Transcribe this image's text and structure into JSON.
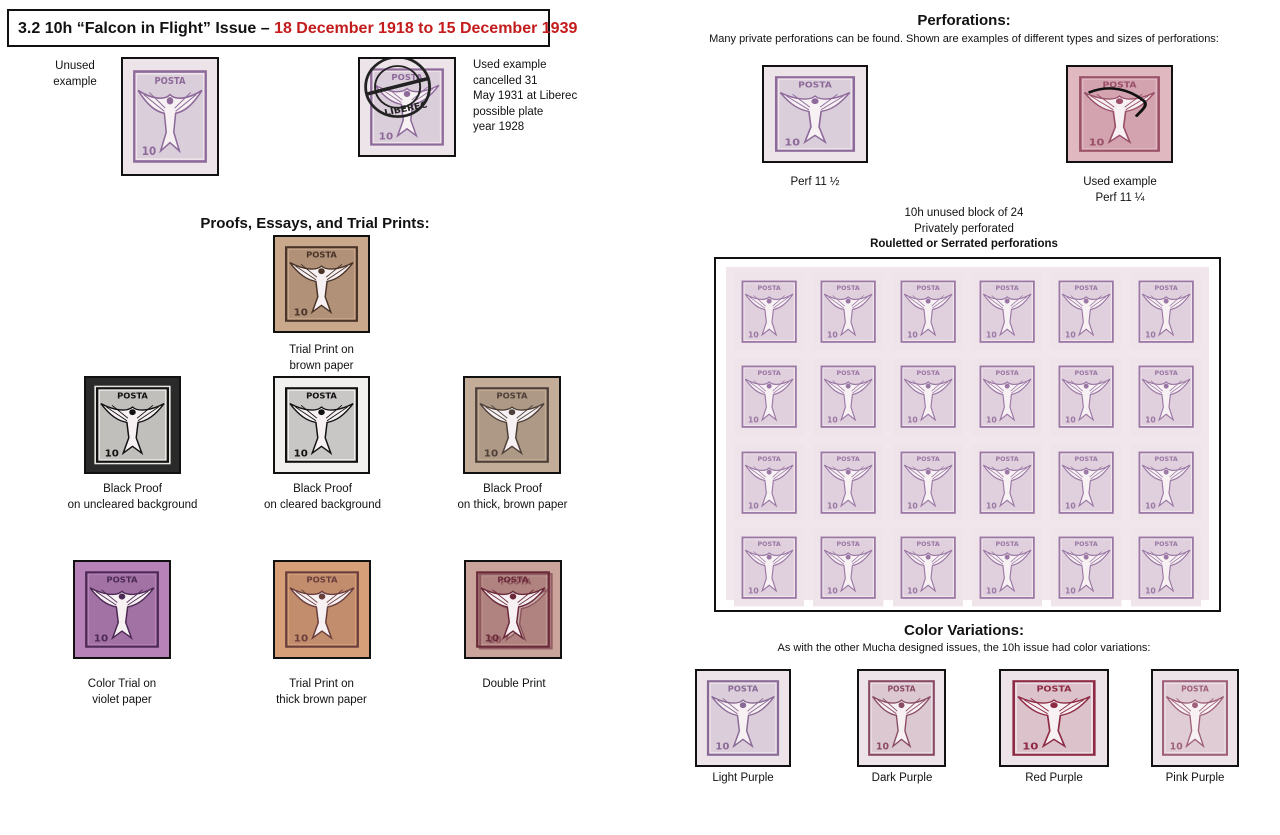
{
  "left": {
    "title": {
      "prefix": "3.2 10h “Falcon in Flight” Issue – ",
      "dates": "18 December 1918 to 15 December 1939"
    },
    "unused": {
      "caption_l1": "Unused",
      "caption_l2": "example"
    },
    "used": {
      "caption_lines": [
        "Used example",
        "cancelled 31",
        "May 1931 at Liberec",
        "possible plate",
        "year 1928"
      ],
      "postmark_text": "LIBEREC"
    },
    "proofs_heading": "Proofs, Essays, and Trial Prints:",
    "stamps": [
      {
        "l1": "Trial Print on",
        "l2": "brown paper"
      },
      {
        "l1": "Black Proof",
        "l2": "on uncleared background"
      },
      {
        "l1": "Black Proof",
        "l2": "on cleared background"
      },
      {
        "l1": "Black Proof",
        "l2": "on thick, brown paper"
      },
      {
        "l1": "Color Trial on",
        "l2": "violet paper"
      },
      {
        "l1": "Trial Print on",
        "l2": "thick brown paper"
      },
      {
        "l1": "Double Print",
        "l2": ""
      }
    ]
  },
  "right": {
    "perforations": {
      "heading": "Perforations:",
      "subtitle": "Many private perforations can be found. Shown are examples of different types and sizes of perforations:",
      "perf1": "Perf 11 ½",
      "perf2_l1": "Used example",
      "perf2_l2": "Perf 11 ¼",
      "block_l1": "10h unused block of 24",
      "block_l2": "Privately perforated",
      "block_l3": "Rouletted or Serrated perforations",
      "block_count": 24
    },
    "color_variations": {
      "heading": "Color Variations:",
      "subtitle": "As with the other Mucha designed issues, the 10h issue had color variations:",
      "labels": [
        "Light Purple",
        "Dark Purple",
        "Red Purple",
        "Pink Purple"
      ]
    }
  },
  "stamp_text": "POSTA",
  "colors": {
    "title_red": "#c41c1c",
    "unused_ink": "#8d6a9a",
    "unused_paper": "#ede4ea",
    "trial_brown_ink": "#4a3428",
    "trial_brown_paper": "#c9a88c",
    "black_ink": "#111111",
    "cleared_paper": "#f2f0ee",
    "thick_brown_paper": "#c4ad98",
    "thick_brown_ink": "#4e4038",
    "violet_paper": "#b682b8",
    "violet_ink": "#4d2a55",
    "thick_trial_paper": "#d69f78",
    "thick_trial_ink": "#6a3e3c",
    "double_paper": "#caa39a",
    "double_ink": "#6a2a3a",
    "light_purple": "#8a6a96",
    "dark_purple": "#8a4a64",
    "red_purple": "#8e2a44",
    "pink_purple": "#a0607a",
    "block_ink": "#9a77a4",
    "block_paper": "#efe4ea",
    "perf_used_ink": "#9a5068",
    "perf_used_paper": "#e0b8c0"
  }
}
